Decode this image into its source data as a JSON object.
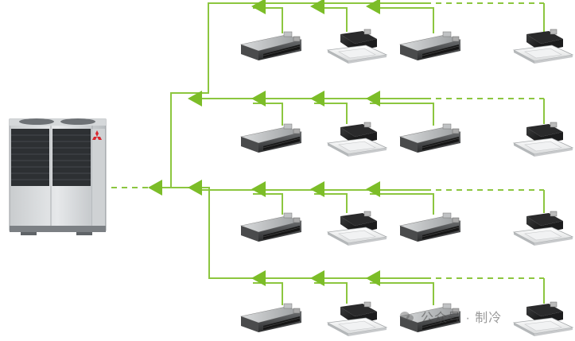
{
  "diagram": {
    "outdoor_unit": {
      "brand_mark": "mitsubishi-diamonds-logo"
    },
    "branch_count": 4,
    "units_per_branch": [
      "ducted",
      "cassette",
      "ducted",
      "cassette"
    ],
    "pipe_color": "#8cc63f",
    "arrow_color": "#7cbd28"
  },
  "watermark": {
    "text": "公众号 · 制冷"
  }
}
